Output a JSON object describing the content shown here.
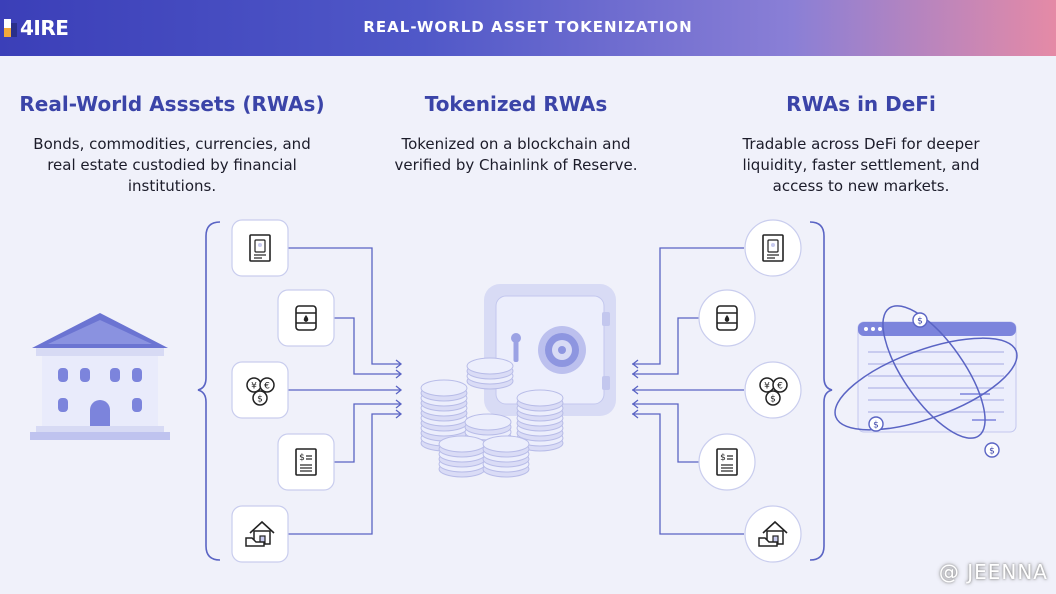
{
  "header": {
    "logo_text": "4IRE",
    "title": "REAL-WORLD ASSET TOKENIZATION"
  },
  "columns": [
    {
      "title": "Real-World Asssets (RWAs)",
      "description": "Bonds, commodities, currencies, and real estate custodied by financial institutions."
    },
    {
      "title": "Tokenized RWAs",
      "description": "Tokenized on a blockchain and verified by Chainlink of Reserve."
    },
    {
      "title": "RWAs in DeFi",
      "description": "Tradable across DeFi for deeper liquidity, faster settlement, and access to new markets."
    }
  ],
  "asset_icons": [
    "bond-document-icon",
    "oil-barrel-icon",
    "currency-coins-icon",
    "invoice-document-icon",
    "real-estate-hand-icon"
  ],
  "watermark": "@ JEENNA",
  "colors": {
    "accent": "#3b44a8",
    "line": "#5a64c4",
    "icon_fill": "#dfe1f6",
    "background": "#f0f1fa"
  }
}
